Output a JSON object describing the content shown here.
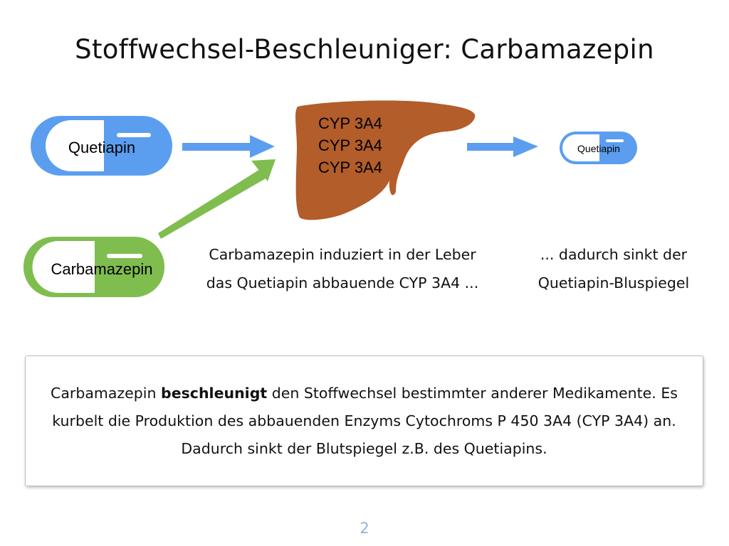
{
  "slide": {
    "title": "Stoffwechsel-Beschleuniger: Carbamazepin",
    "page_number": "2"
  },
  "diagram": {
    "pill_quetiapin_label": "Quetiapin",
    "pill_carbamazepin_label": "Carbamazepin",
    "pill_small_quetiapin_label": "Quetiapin",
    "liver_enzyme_lines": [
      "CYP 3A4",
      "CYP 3A4",
      "CYP 3A4"
    ],
    "description_left_lines": [
      "Carbamazepin induziert in der Leber",
      "das Quetiapin abbauende  CYP 3A4 ..."
    ],
    "description_right_lines": [
      "... dadurch sinkt der",
      "Quetiapin-Bluspiegel"
    ]
  },
  "summary": {
    "before_bold": "Carbamazepin ",
    "bold": "beschleunigt",
    "after_bold": " den Stoffwechsel bestimmter anderer Medikamente. Es kurbelt die Produktion des abbauenden Enzyms Cytochroms P 450 3A4 (CYP 3A4) an. Dadurch sinkt der Blutspiegel z.B. des Quetiapins."
  },
  "colors": {
    "quetiapin_blue": "#5b9ef0",
    "carbamazepin_green": "#80bd4f",
    "liver_brown": "#b25d2a",
    "page_number_blue": "#8fb4dc"
  }
}
